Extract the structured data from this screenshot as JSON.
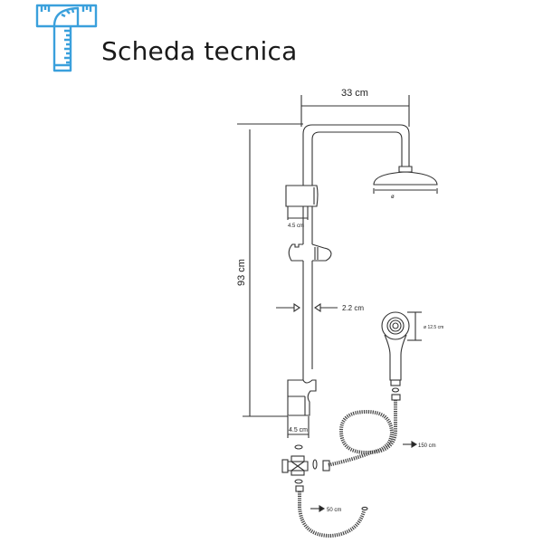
{
  "header": {
    "title": "Scheda tecnica",
    "logo_icon": "ruler-t-icon",
    "logo_color": "#3aa0dc"
  },
  "diagram": {
    "dimensions": {
      "arm_length": "33 cm",
      "total_height": "93 cm",
      "bar_diameter": "2.2 cm",
      "top_bracket_width": "4.5 cm",
      "bottom_bracket_width": "4.5 cm",
      "overhead_shower_diameter": "ø",
      "hand_shower_diameter": "ø 12.5 cm",
      "hose_length": "150 cm",
      "flex_hose_length": "50 cm"
    },
    "components": [
      "shower-riser-bar",
      "overhead-shower-arm",
      "overhead-shower-head",
      "top-wall-bracket",
      "sliding-hand-shower-holder",
      "bottom-wall-bracket-mixer",
      "hand-shower",
      "shower-hose",
      "diverter-valve",
      "flexible-connection-hose"
    ],
    "line_color": "#333333"
  }
}
